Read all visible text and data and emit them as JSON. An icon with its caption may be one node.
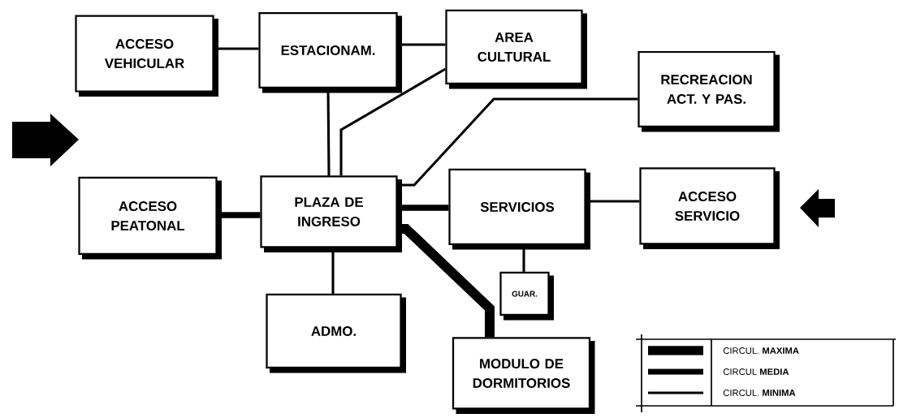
{
  "diagram": {
    "nodes": [
      {
        "text": [
          "ACCESO VEHICULAR"
        ]
      },
      {
        "text": [
          "ESTACIONAM."
        ]
      },
      {
        "text": [
          "AREA CULTURAL"
        ]
      },
      {
        "text": [
          "RECREACION ACT. Y PAS."
        ]
      },
      {
        "text": [
          "ACCESO PEATONAL"
        ]
      },
      {
        "text": [
          "PLAZA DE INGRESO"
        ]
      },
      {
        "text": [
          "SERVICIOS"
        ]
      },
      {
        "text": [
          "ACCESO SERVICIO"
        ]
      },
      {
        "text": [
          "GUAR."
        ]
      },
      {
        "text": [
          "ADMO."
        ]
      },
      {
        "text": [
          "MODULO DE DORMITORIOS"
        ]
      }
    ],
    "edges": [
      {
        "from": 0,
        "to": 1,
        "arrow": "none"
      },
      {
        "from": 1,
        "to": 2,
        "arrow": "none"
      },
      {
        "from": 1,
        "to": 5,
        "arrow": "none"
      },
      {
        "from": 2,
        "to": 5,
        "arrow": "none"
      },
      {
        "from": 3,
        "to": 5,
        "arrow": "none"
      },
      {
        "from": 4,
        "to": 5,
        "arrow": "none",
        "style": "thick"
      },
      {
        "from": 5,
        "to": 6,
        "arrow": "none",
        "style": "thick"
      },
      {
        "from": 6,
        "to": 7,
        "arrow": "none"
      },
      {
        "from": 6,
        "to": 8,
        "arrow": "none"
      },
      {
        "from": 5,
        "to": 9,
        "arrow": "none"
      },
      {
        "from": 5,
        "to": 10,
        "arrow": "none",
        "style": "thick"
      }
    ],
    "legend": [
      {
        "text": "CIRCUL. **MAXIMA**"
      },
      {
        "text": "CIRCUL **MEDIA**"
      },
      {
        "text": "CIRCUL. **MINIMA**"
      }
    ]
  }
}
